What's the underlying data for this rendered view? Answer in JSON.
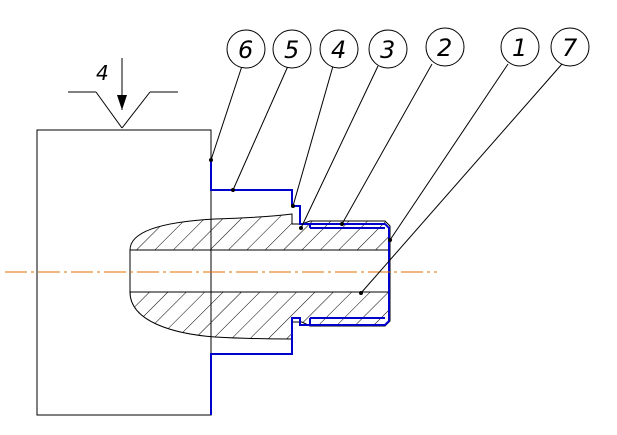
{
  "drawing": {
    "colors": {
      "outline": "#000000",
      "part": "#0000cc",
      "centerline": "#e07000",
      "hatch": "#000000",
      "background": "#ffffff"
    },
    "support_symbol": {
      "label": "4"
    },
    "callouts": [
      {
        "id": "6",
        "label": "6"
      },
      {
        "id": "5",
        "label": "5"
      },
      {
        "id": "4",
        "label": "4"
      },
      {
        "id": "3",
        "label": "3"
      },
      {
        "id": "2",
        "label": "2"
      },
      {
        "id": "1",
        "label": "1"
      },
      {
        "id": "7",
        "label": "7"
      }
    ]
  }
}
